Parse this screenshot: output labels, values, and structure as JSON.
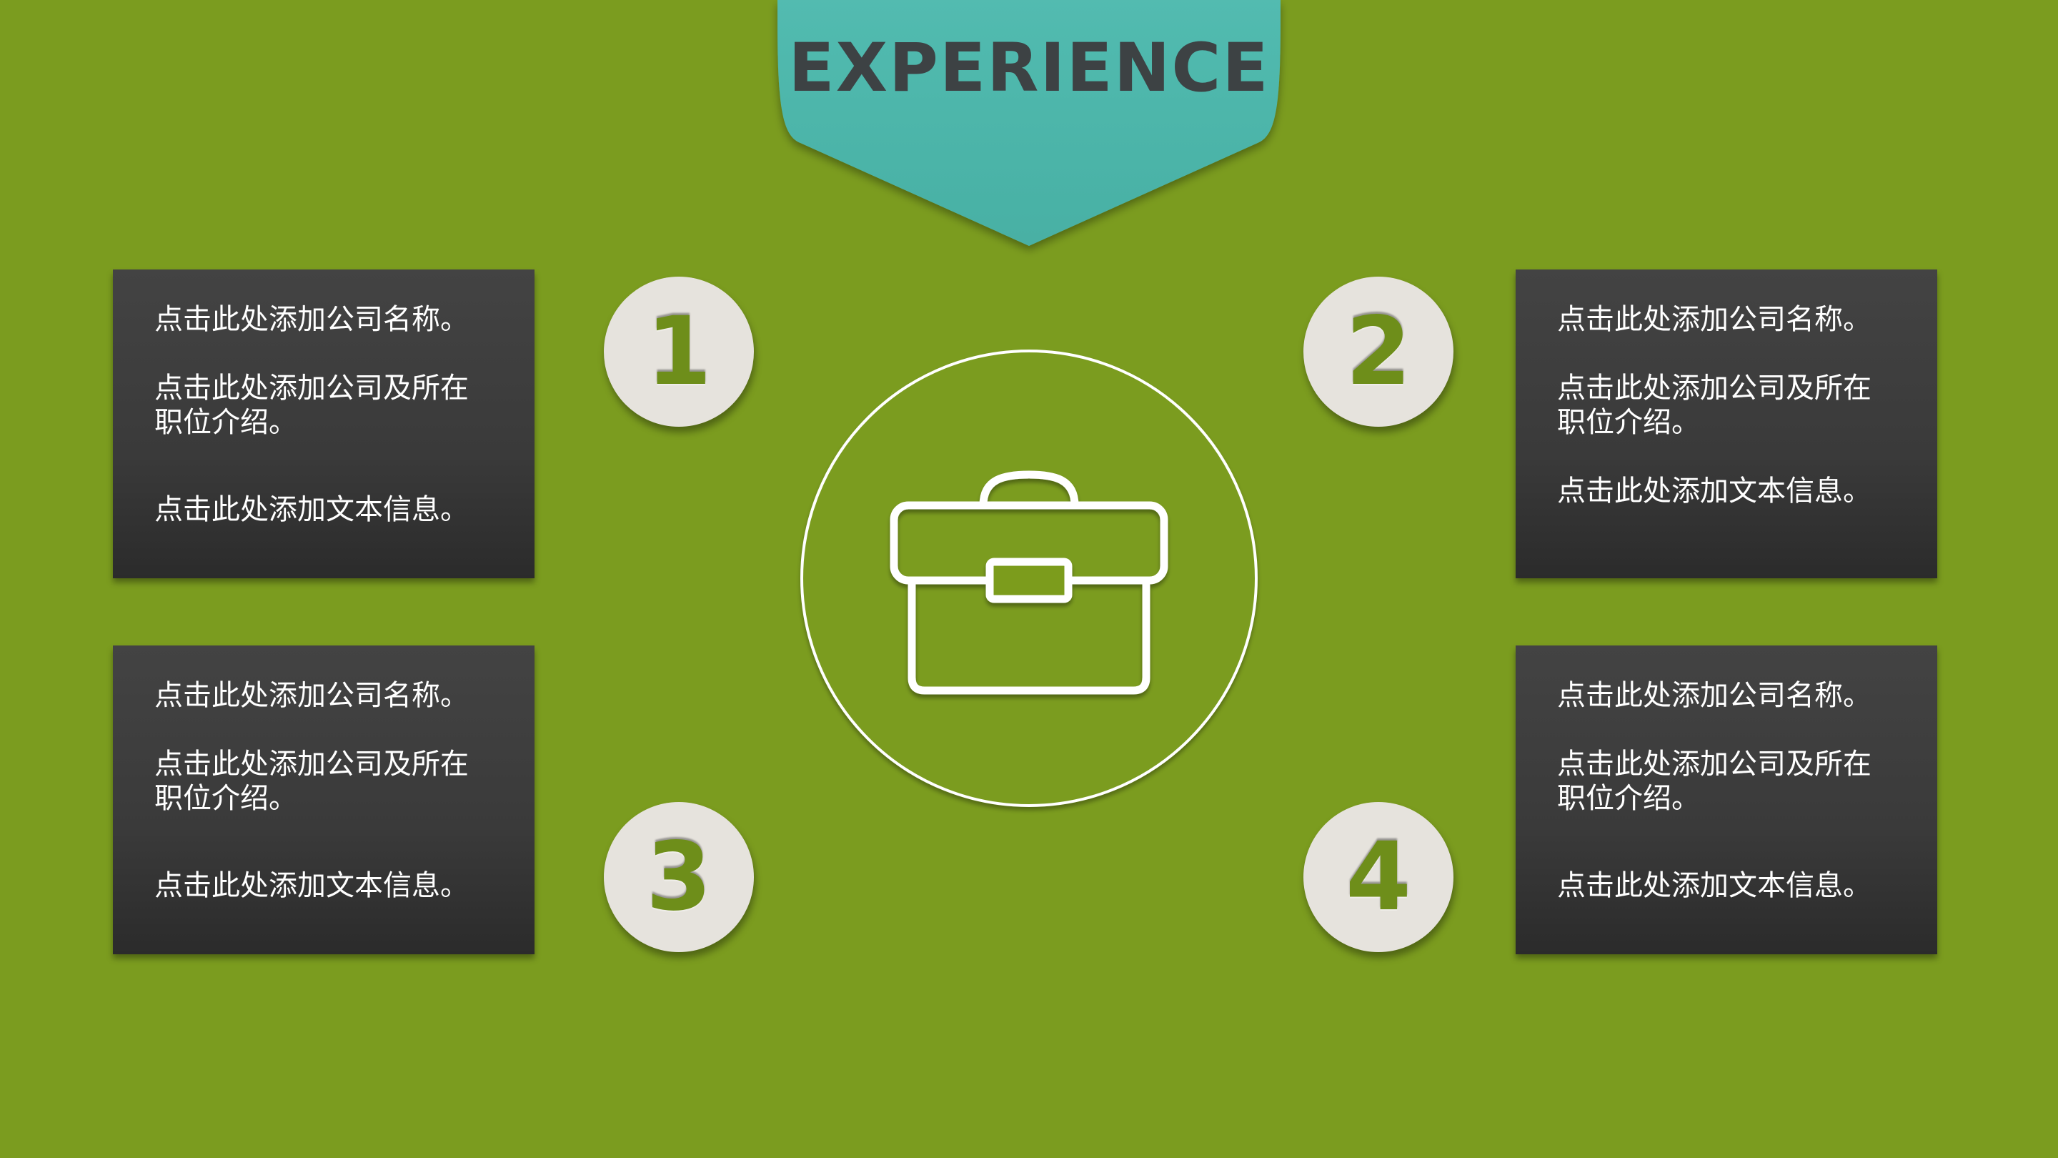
{
  "header": {
    "title": "EXPERIENCE"
  },
  "colors": {
    "background": "#7b9c1f",
    "banner": "#4db8ad",
    "card": "#3a3a3a",
    "number_circle": "#e6e3dd",
    "number_text": "#6e8e1a"
  },
  "center": {
    "icon": "briefcase-icon"
  },
  "items": [
    {
      "number": "1",
      "company": "点击此处添加公司名称。",
      "intro": "点击此处添加公司及所在职位介绍。",
      "text": "点击此处添加文本信息。"
    },
    {
      "number": "2",
      "company": "点击此处添加公司名称。",
      "intro": "点击此处添加公司及所在职位介绍。",
      "text": "点击此处添加文本信息。"
    },
    {
      "number": "3",
      "company": "点击此处添加公司名称。",
      "intro": "点击此处添加公司及所在职位介绍。",
      "text": "点击此处添加文本信息。"
    },
    {
      "number": "4",
      "company": "点击此处添加公司名称。",
      "intro": "点击此处添加公司及所在职位介绍。",
      "text": "点击此处添加文本信息。"
    }
  ]
}
